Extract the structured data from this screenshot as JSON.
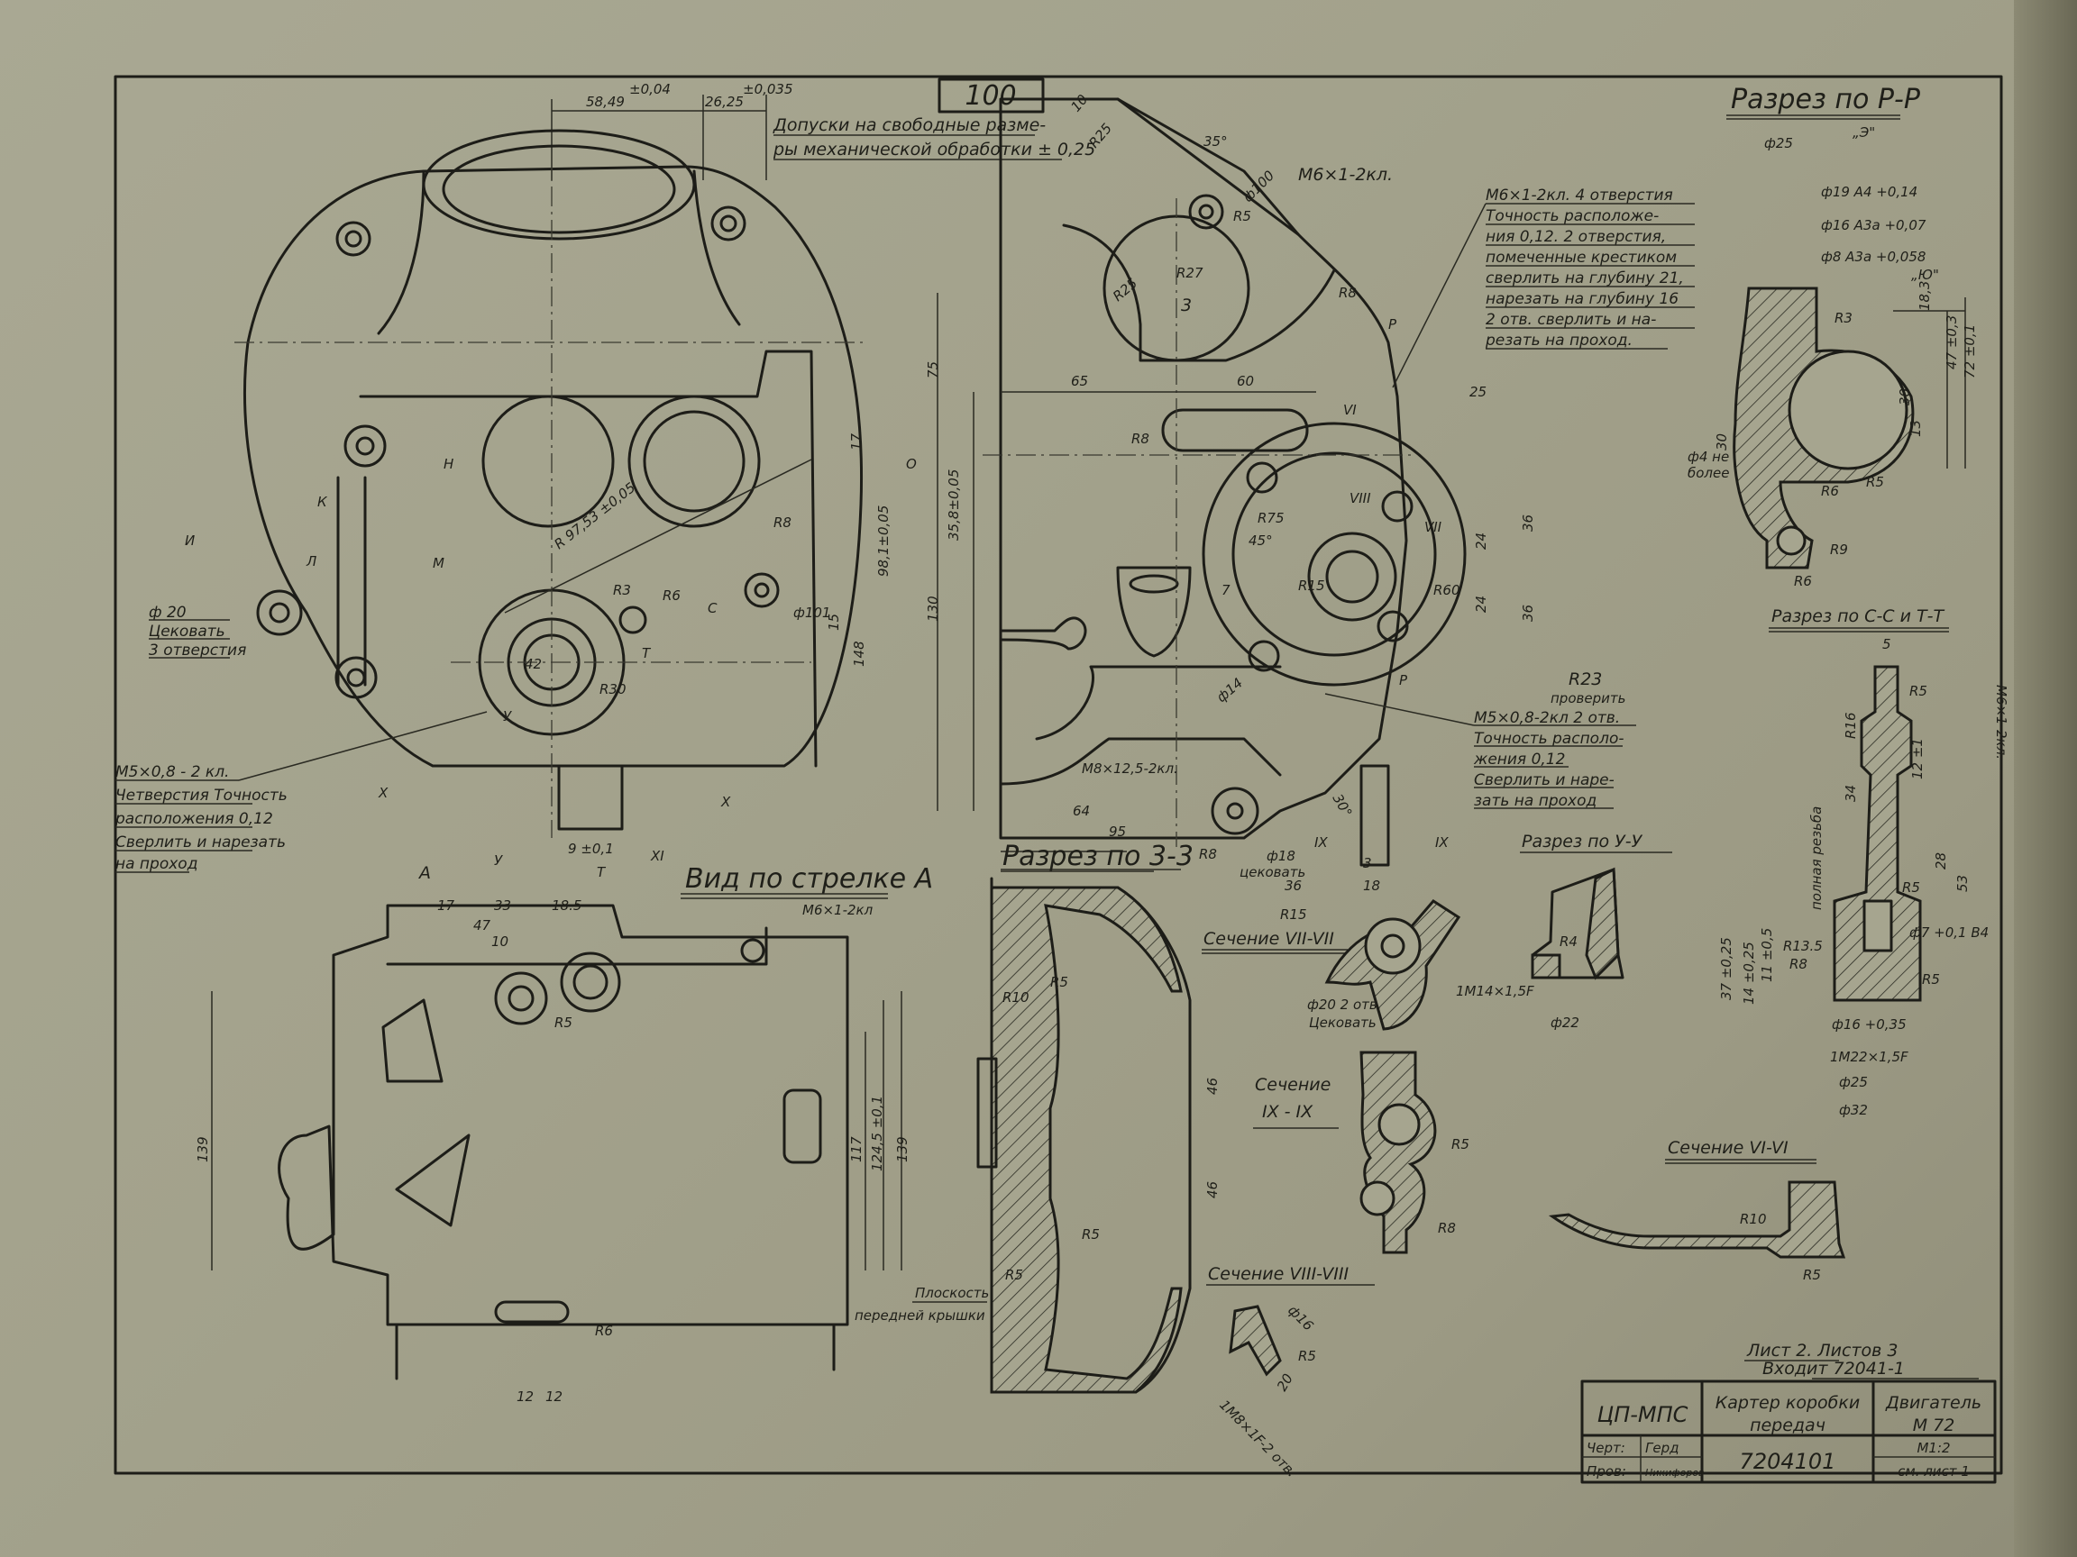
{
  "sheet_number_box": "100",
  "tolerance_note": [
    "Допуски на свободные разме-",
    "ры механической обработки ± 0,25"
  ],
  "top_dims": {
    "d1": "58,49",
    "d1_tol": "±0,04",
    "d2": "26,25",
    "d2_tol": "±0,035"
  },
  "views": {
    "front_view": {
      "labels": [
        "R 97,53 ±0,05",
        "R8",
        "R3",
        "R6",
        "R30",
        "42",
        "ф101",
        "148",
        "98,1±0,05",
        "35,8±0,05",
        "17",
        "15"
      ],
      "section_markers": [
        "Н",
        "К",
        "Л",
        "М",
        "И",
        "С",
        "Т",
        "У",
        "Х",
        "Х",
        "XI",
        "O"
      ],
      "note_left": [
        "ф 20",
        "Цековать",
        "3 отверстия"
      ],
      "note_bottom_left": [
        "М5×0,8 - 2 кл.",
        "Четверстия Точность",
        "расположения 0,12",
        "Сверлить и нарезать",
        "на проход"
      ],
      "bottom_dims": [
        "9 ±0,1",
        "У",
        "Т"
      ]
    },
    "side_view": {
      "labels": [
        "35°",
        "10",
        "R25",
        "ф100",
        "М6×1-2кл.",
        "R5",
        "R25",
        "R27",
        "3",
        "R8",
        "75",
        "65",
        "60",
        "130",
        "R8",
        "R75",
        "R15",
        "45°",
        "R60",
        "25",
        "24",
        "36",
        "24",
        "36",
        "ф14",
        "7",
        "64",
        "95",
        "R8",
        "ф18",
        "цековать",
        "36",
        "3",
        "18",
        "30°",
        "IX",
        "IX",
        "VI",
        "VII",
        "VIII",
        "Р",
        "Р"
      ],
      "thread_label": "М8×12,5-2кл.",
      "note_top": [
        "М6×1-2кл. 4 отверстия",
        "Точность расположе-",
        "ния 0,12. 2 отверстия,",
        "помеченные крестиком",
        "сверлить на глубину 21,",
        "нарезать на глубину 16",
        "2 отв. сверлить и на-",
        "резать на проход."
      ],
      "note_right": [
        "R23",
        "проверить",
        "М5×0,8-2кл 2 отв.",
        "Точность располо-",
        "жения 0,12",
        "Сверлить и нарe-",
        "зать на проход"
      ]
    },
    "arrow_a_view": {
      "title": "Вид по стрелке А",
      "labels": [
        "17",
        "33",
        "18.5",
        "47",
        "10",
        "М6×1-2кл",
        "R5",
        "139",
        "117",
        "124,5 ±0,1",
        "139",
        "R6",
        "12",
        "12",
        "А"
      ],
      "plane_note": [
        "Плоскость",
        "передней крышки"
      ]
    },
    "section_3_3": {
      "title": "Разрез по 3-3",
      "labels": [
        "R10",
        "R5",
        "46",
        "46",
        "R5",
        "R5"
      ]
    },
    "section_7_7": {
      "title": "Сечение VII-VII",
      "labels": [
        "R15",
        "ф20  2 отв.",
        "Цековать"
      ]
    },
    "section_9_9": {
      "title": [
        "Сечение",
        "IX - IX"
      ],
      "labels": [
        "R5",
        "R8"
      ]
    },
    "section_8_8": {
      "title": "Сечение VIII-VIII",
      "labels": [
        "ф16",
        "R5",
        "20",
        "1М8×1F-2 отв."
      ]
    },
    "section_u_u": {
      "title": "Разрез по У-У",
      "labels": [
        "R4",
        "1М14×1,5F",
        "ф22"
      ]
    },
    "section_p_p": {
      "title": "Разрез по Р-Р",
      "labels": [
        "ф25",
        "„Э\"",
        "ф19 А4 +0,14",
        "ф16 А3а +0,07",
        "ф8 А3а +0,058",
        "„Ю\"",
        "R3",
        "47 ±0,3",
        "72 ±0,1",
        "30",
        "30",
        "13",
        "R6",
        "R5",
        "R9",
        "R6",
        "18,3"
      ],
      "note": [
        "ф4 не",
        "более"
      ]
    },
    "section_c_t": {
      "title": "Разрез по С-С и Т-Т",
      "labels": [
        "5",
        "R5",
        "R16",
        "34",
        "12 ±1",
        "28",
        "53",
        "R5",
        "ф7 +0,1 В4",
        "R13.5",
        "R8",
        "37 ±0,25",
        "14 ±0,25",
        "11 ±0,5",
        "R5",
        "ф16 +0,35",
        "1М22×1,5F",
        "ф25",
        "ф32"
      ],
      "side_note": "М6×1-2кл.",
      "thread_note": "полная резьба"
    },
    "section_6_6": {
      "title": "Сечение VI-VI",
      "labels": [
        "R10",
        "R5"
      ]
    }
  },
  "sheet_info": {
    "line1": "Лист 2.  Листов 3",
    "line2": "Входит 72041-1"
  },
  "title_block": {
    "org": "ЦП-МПС",
    "part_name": [
      "Картер коробки",
      "передач"
    ],
    "assembly": [
      "Двигатель",
      "М 72"
    ],
    "drawn_label": "Черт:",
    "checked_label": "Пров:",
    "drawn_by": "Герд",
    "checked_by": "Никифоров",
    "drawing_number": "7204101",
    "scale": "М1:2",
    "ref": "см. лист 1"
  }
}
